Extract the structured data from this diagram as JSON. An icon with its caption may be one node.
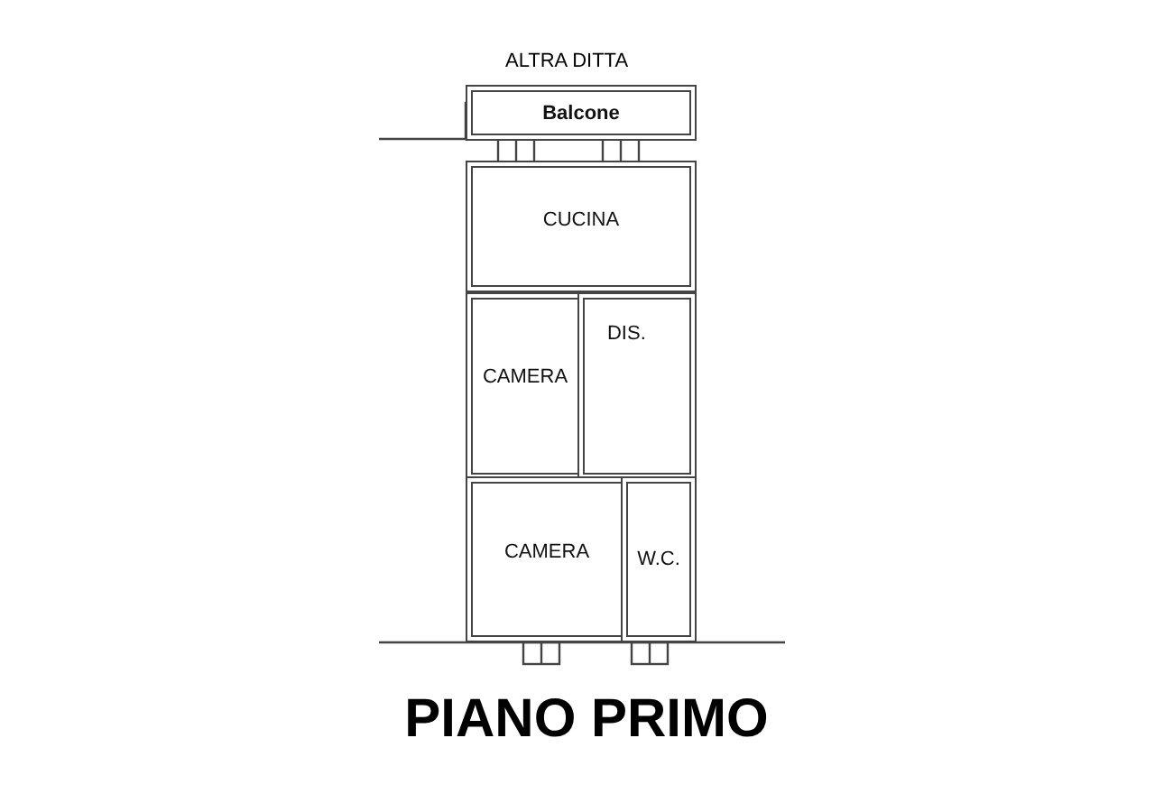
{
  "diagram": {
    "title": "PIANO PRIMO",
    "nodes": [
      {
        "text": [
          "Balcone"
        ]
      },
      {
        "text": [
          "CUCINA"
        ]
      },
      {
        "text": [
          "CAMERA"
        ]
      },
      {
        "text": [
          "DIS."
        ]
      },
      {
        "text": [
          "CAMERA"
        ]
      },
      {
        "text": [
          "W.C."
        ]
      }
    ],
    "labels": [
      "ALTRA DITTA"
    ]
  }
}
